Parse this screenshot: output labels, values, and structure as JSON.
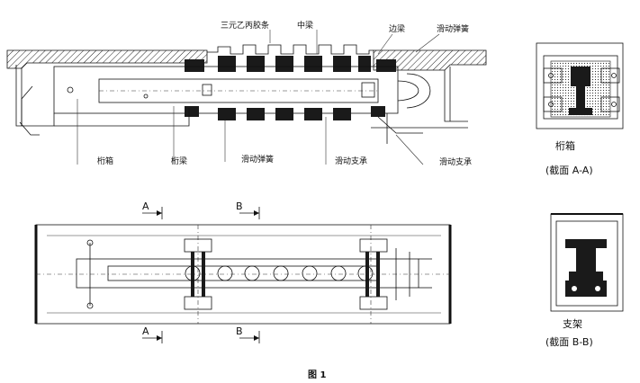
{
  "labels": {
    "rubber_strip": "三元乙丙胶条",
    "middle_beam": "中梁",
    "edge_beam": "边梁",
    "sliding_spring_top": "滑动弹簧",
    "girder_box": "桁箱",
    "girder_beam": "桁梁",
    "sliding_spring_bottom": "滑动弹簧",
    "sliding_support_mid": "滑动支承",
    "sliding_support_right": "滑动支承"
  },
  "section_marks": {
    "a_top": "A",
    "b_top": "B",
    "a_bottom": "A",
    "b_bottom": "B"
  },
  "side_sections": {
    "top_title": "桁箱",
    "top_sub": "(截面 A-A)",
    "bottom_title": "支架",
    "bottom_sub": "(截面 B-B)"
  },
  "figure_caption": "图 1"
}
